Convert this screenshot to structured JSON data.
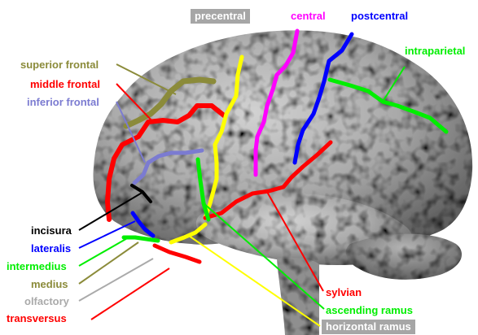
{
  "labels": {
    "precentral": "precentral",
    "central": "central",
    "postcentral": "postcentral",
    "intraparietal": "intraparietal",
    "superior_frontal": "superior frontal",
    "middle_frontal": "middle frontal",
    "inferior_frontal": "inferior frontal",
    "incisura": "incisura",
    "lateralis": "lateralis",
    "intermedius": "intermedius",
    "medius": "medius",
    "olfactory": "olfactory",
    "transversus": "transversus",
    "sylvian": "sylvian",
    "ascending_ramus": "ascending ramus",
    "horizontal_ramus": "horizontal ramus"
  },
  "colors": {
    "precentral": "#ffff00",
    "central": "#ff00ff",
    "postcentral": "#0000ff",
    "intraparietal": "#00ee00",
    "superior_frontal": "#8b8b3a",
    "middle_frontal": "#ff0000",
    "inferior_frontal": "#7b7bd1",
    "incisura": "#000000",
    "lateralis": "#0000ff",
    "intermedius": "#00ee00",
    "medius": "#8b8b3a",
    "olfactory": "#aaaaaa",
    "transversus": "#ff0000",
    "sylvian": "#ff0000",
    "ascending_ramus": "#00ee00",
    "horizontal_ramus": "#ffff00",
    "label_box": "#a6a6a6",
    "brain_surface": "#a9a9a9"
  }
}
